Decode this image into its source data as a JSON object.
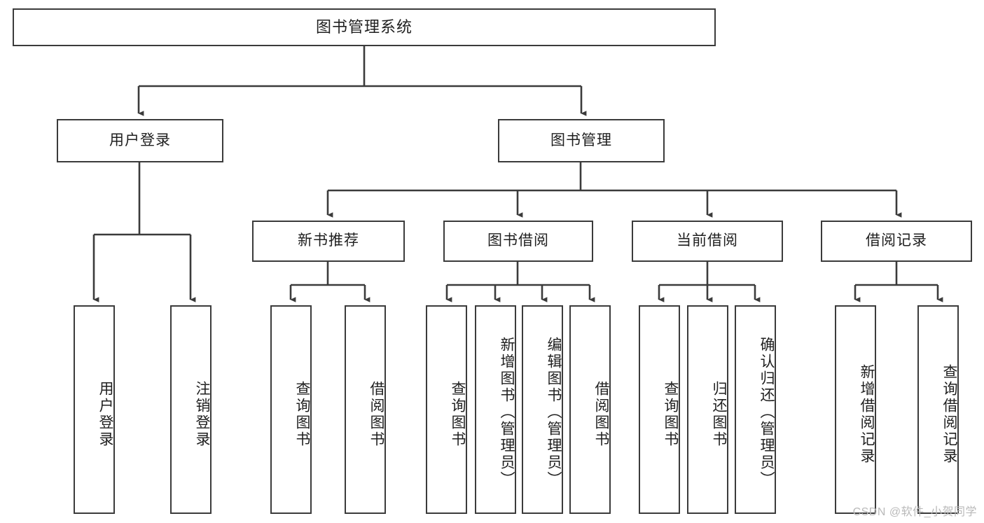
{
  "diagram": {
    "title": "图书管理系统",
    "type": "tree-hierarchy",
    "colors": {
      "node_border": "#3b3b3b",
      "node_fill": "#ffffff",
      "link": "#3b3b3b",
      "text": "#1f1f1f",
      "watermark": "#b9b9b9",
      "background": "#ffffff"
    },
    "nodes": {
      "root": {
        "label": "图书管理系统"
      },
      "level2": [
        {
          "id": "user-login",
          "label": "用户登录"
        },
        {
          "id": "book-management",
          "label": "图书管理"
        }
      ],
      "level3": [
        {
          "id": "new-book-recommend",
          "label": "新书推荐"
        },
        {
          "id": "book-borrow",
          "label": "图书借阅"
        },
        {
          "id": "current-borrow",
          "label": "当前借阅"
        },
        {
          "id": "borrow-record",
          "label": "借阅记录"
        }
      ],
      "leaves": {
        "user_login": [
          {
            "id": "leaf-user-login",
            "label": "用户登录"
          },
          {
            "id": "leaf-logout",
            "label": "注销登录"
          }
        ],
        "new_book_recommend": [
          {
            "id": "leaf-query-book-1",
            "label": "查询图书"
          },
          {
            "id": "leaf-borrow-book-1",
            "label": "借阅图书"
          }
        ],
        "book_borrow": [
          {
            "id": "leaf-query-book-2",
            "label": "查询图书"
          },
          {
            "id": "leaf-add-book",
            "label": "新增图书（管理员）"
          },
          {
            "id": "leaf-edit-book",
            "label": "编辑图书（管理员）"
          },
          {
            "id": "leaf-borrow-book-2",
            "label": "借阅图书"
          }
        ],
        "current_borrow": [
          {
            "id": "leaf-query-book-3",
            "label": "查询图书"
          },
          {
            "id": "leaf-return-book",
            "label": "归还图书"
          },
          {
            "id": "leaf-confirm-return",
            "label": "确认归还（管理员）"
          }
        ],
        "borrow_record": [
          {
            "id": "leaf-add-record",
            "label": "新增借阅记录"
          },
          {
            "id": "leaf-query-record",
            "label": "查询借阅记录"
          }
        ]
      }
    },
    "watermark": "CSDN @软件_小贺同学"
  }
}
